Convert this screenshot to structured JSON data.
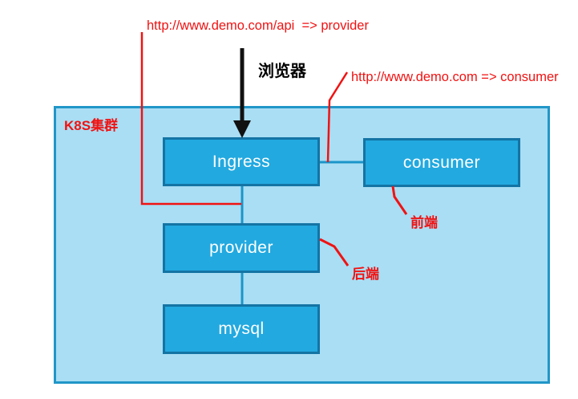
{
  "colors": {
    "red": "#f11212",
    "black": "#111111",
    "cluster_fill": "#a9def4",
    "cluster_border": "#2196c8",
    "node_fill": "#22a9e0",
    "node_border": "#1474a4",
    "connector": "#1b95c9",
    "node_text": "#ffffff"
  },
  "cluster": {
    "label": "K8S集群"
  },
  "nodes": [
    {
      "id": "ingress",
      "label": "Ingress"
    },
    {
      "id": "consumer",
      "label": "consumer"
    },
    {
      "id": "provider",
      "label": "provider"
    },
    {
      "id": "mysql",
      "label": "mysql"
    }
  ],
  "annotations": {
    "rule_api": "http://www.demo.com/api  => provider",
    "rule_root": "http://www.demo.com => consumer",
    "browser": "浏览器",
    "frontend": "前端",
    "backend": "后端"
  }
}
